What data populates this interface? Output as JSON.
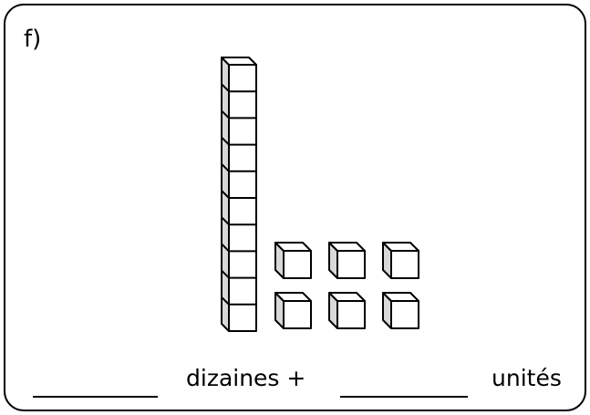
{
  "exercise": {
    "label": "f)",
    "blocks": {
      "tens": 1,
      "units": 6
    },
    "answer": {
      "tens_word": "dizaines +",
      "units_word": "unités"
    }
  },
  "colors": {
    "cube_face": "#ffffff",
    "cube_side": "#d9d9d9",
    "stroke": "#000000"
  }
}
